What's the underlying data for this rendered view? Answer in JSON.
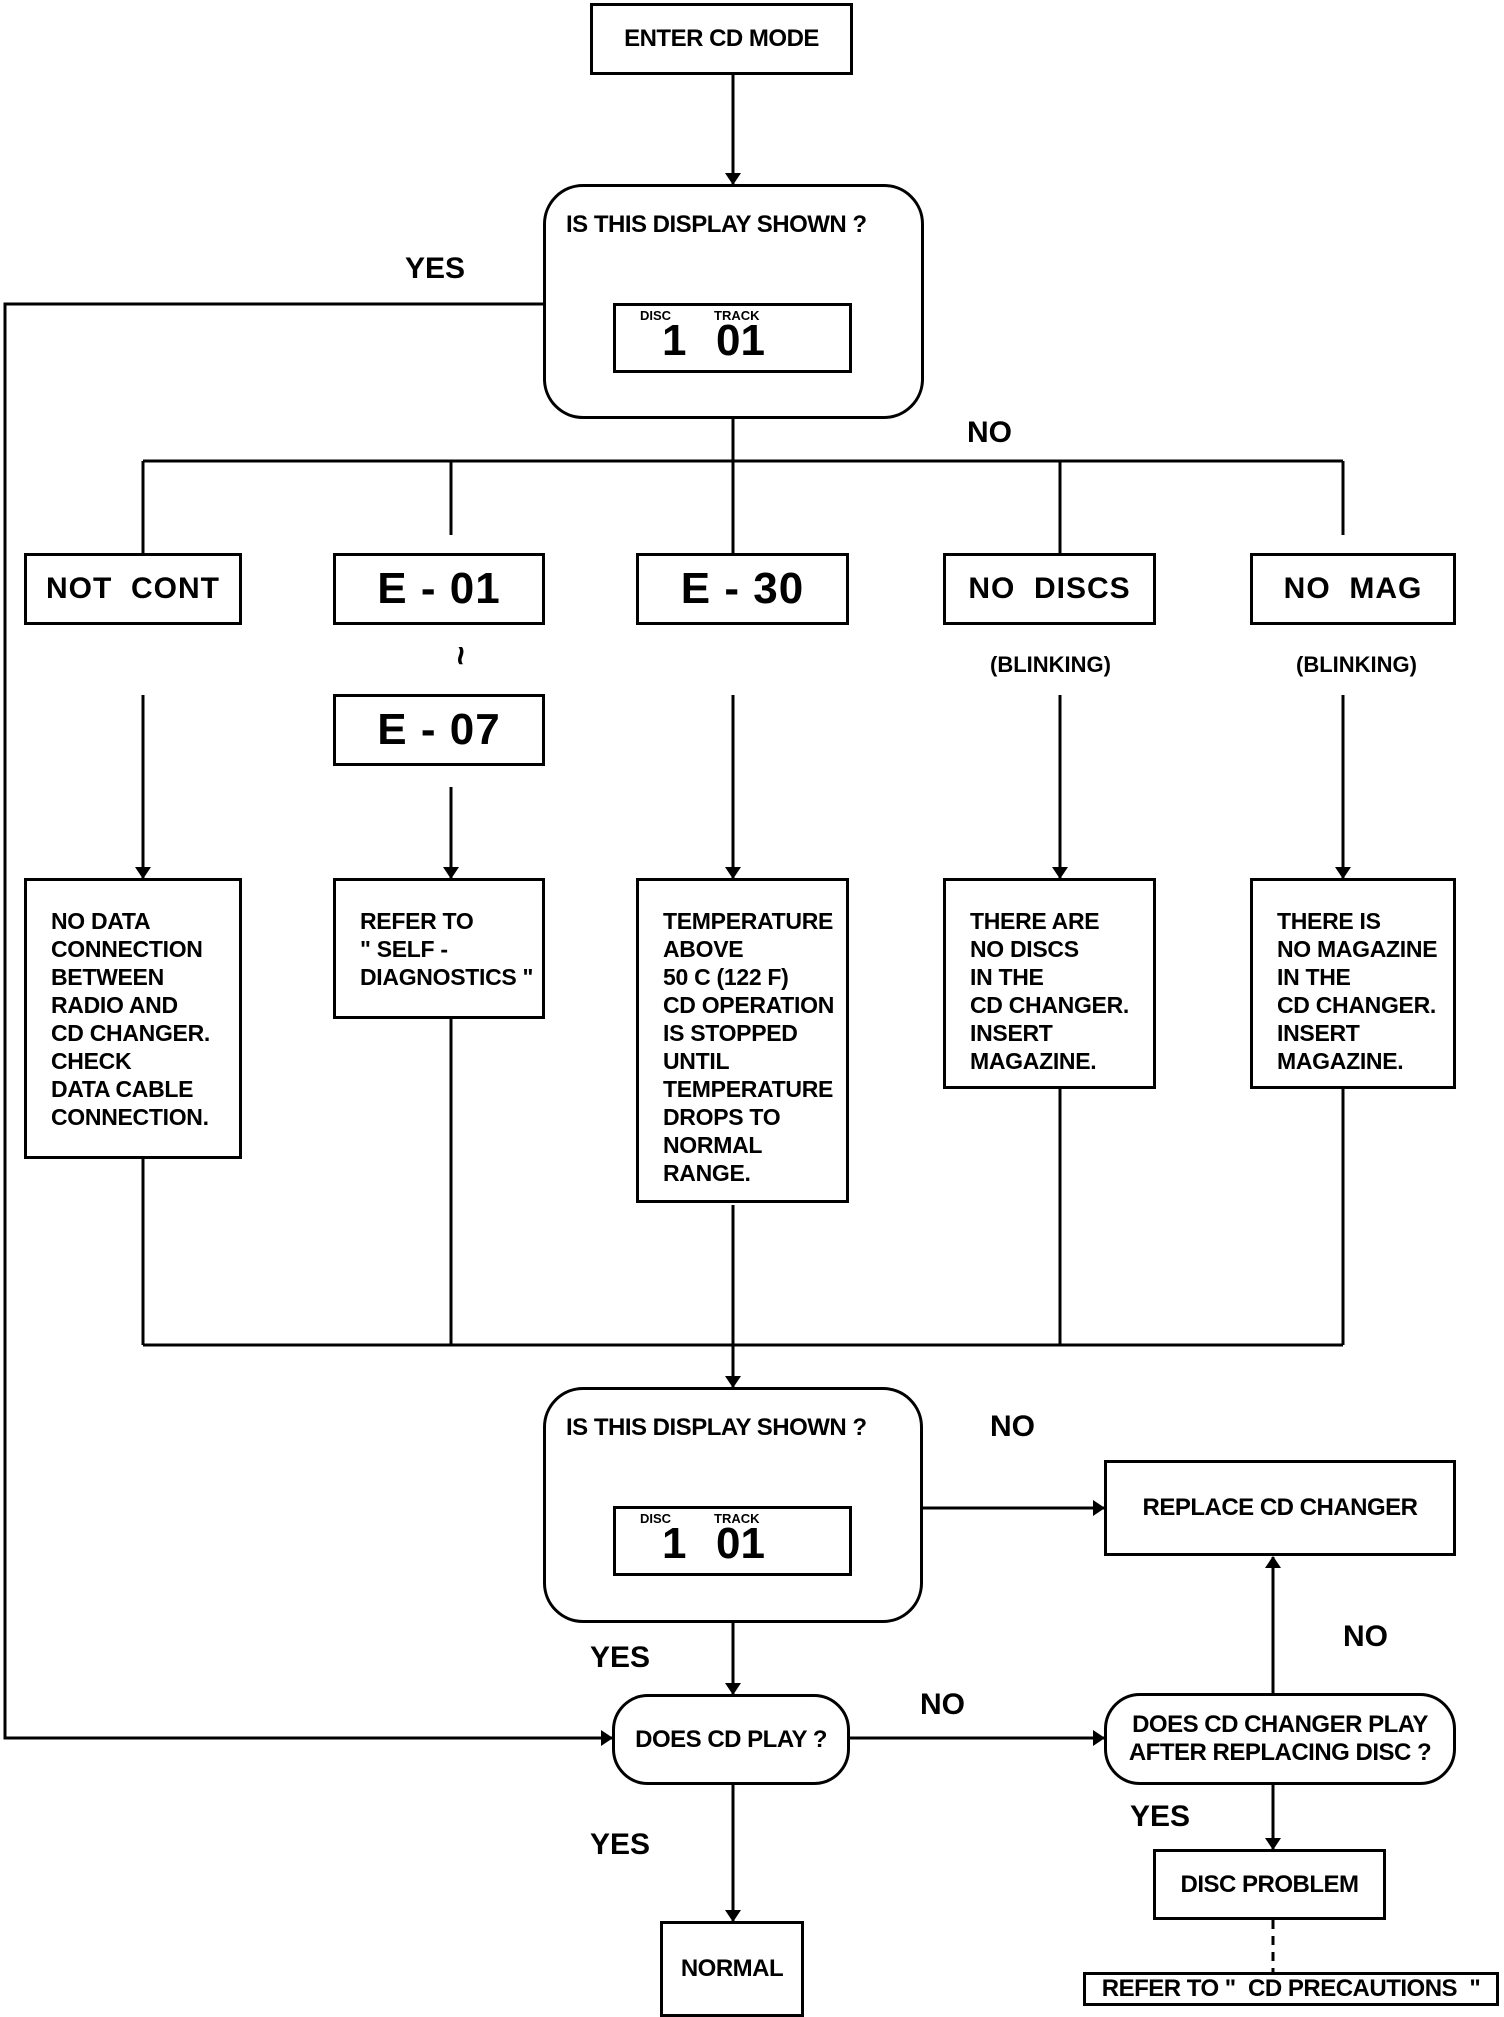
{
  "nodes": {
    "enter_cd_mode": "ENTER CD MODE",
    "display_check_1": "IS THIS DISPLAY SHOWN ?",
    "display_check_2": "IS THIS DISPLAY SHOWN ?",
    "display_readout": {
      "disc_label": "DISC",
      "track_label": "TRACK",
      "disc_value": "1",
      "track_value": "01"
    },
    "not_cont": "NOT  CONT",
    "e01": "E - 01",
    "e07": "E - 07",
    "range_mark": "~",
    "e30": "E - 30",
    "no_discs": "NO  DISCS",
    "no_mag": "NO  MAG",
    "blinking_1": "(BLINKING)",
    "blinking_2": "(BLINKING)",
    "no_data_connection": "NO DATA\nCONNECTION\nBETWEEN\nRADIO AND\nCD CHANGER.\nCHECK\nDATA CABLE\nCONNECTION.",
    "refer_self_diagnostics": "REFER TO\n\" SELF -\nDIAGNOSTICS \"",
    "temperature": "TEMPERATURE\nABOVE\n50 C (122 F)\nCD OPERATION\nIS STOPPED\nUNTIL\nTEMPERATURE\nDROPS TO\nNORMAL\nRANGE.",
    "no_discs_detail": "THERE ARE\nNO DISCS\nIN THE\nCD CHANGER.\nINSERT\nMAGAZINE.",
    "no_magazine_detail": "THERE IS\nNO MAGAZINE\nIN THE\nCD CHANGER.\nINSERT\nMAGAZINE.",
    "replace_cd_changer": "REPLACE CD CHANGER",
    "does_cd_play": "DOES CD PLAY ?",
    "does_changer_play": "DOES CD CHANGER PLAY\nAFTER REPLACING DISC ?",
    "normal": "NORMAL",
    "disc_problem": "DISC PROBLEM",
    "refer_cd_precautions": "REFER TO \"  CD PRECAUTIONS  \""
  },
  "edge_labels": {
    "yes_top": "YES",
    "no_top": "NO",
    "no_display2": "NO",
    "yes_display2": "YES",
    "no_play": "NO",
    "yes_play": "YES",
    "no_changer": "NO",
    "yes_changer": "YES"
  }
}
